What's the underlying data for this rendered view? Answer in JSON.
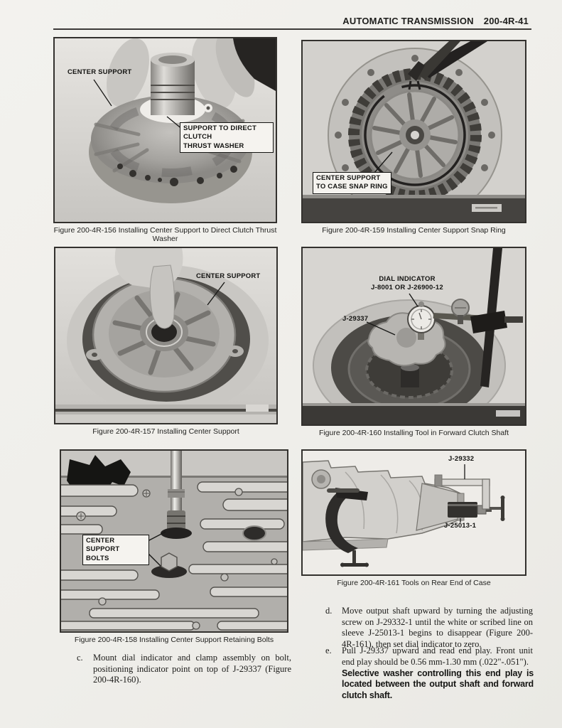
{
  "page": {
    "header_title": "AUTOMATIC TRANSMISSION",
    "header_code": "200-4R-41",
    "paper_color": "#efeeea",
    "ink_color": "#1c1c1a"
  },
  "figures": [
    {
      "id": "200-4R-156",
      "caption": "Figure 200-4R-156 Installing Center Support to Direct Clutch Thrust Washer",
      "labels": {
        "center_support": "CENTER SUPPORT",
        "thrust_washer": "SUPPORT TO DIRECT CLUTCH\nTHRUST WASHER"
      }
    },
    {
      "id": "200-4R-159",
      "caption": "Figure 200-4R-159 Installing Center Support Snap Ring",
      "labels": {
        "snap_ring": "CENTER SUPPORT\nTO CASE SNAP RING"
      }
    },
    {
      "id": "200-4R-157",
      "caption": "Figure 200-4R-157 Installing Center Support",
      "labels": {
        "center_support": "CENTER SUPPORT"
      }
    },
    {
      "id": "200-4R-160",
      "caption": "Figure 200-4R-160 Installing Tool in Forward Clutch Shaft",
      "labels": {
        "dial_indicator": "DIAL INDICATOR\nJ-8001 OR J-26900-12",
        "j29337": "J-29337"
      }
    },
    {
      "id": "200-4R-158",
      "caption": "Figure 200-4R-158 Installing Center Support Retaining Bolts",
      "labels": {
        "bolts": "CENTER SUPPORT\nBOLTS"
      }
    },
    {
      "id": "200-4R-161",
      "caption": "Figure 200-4R-161 Tools on Rear End of Case",
      "labels": {
        "j29332": "J-29332",
        "j25013": "J-25013-1"
      }
    }
  ],
  "procedure": {
    "items": [
      {
        "marker": "c.",
        "text": "Mount dial indicator and clamp assembly on bolt, positioning indicator point on top of J-29337 (Figure 200-4R-160)."
      },
      {
        "marker": "d.",
        "text": "Move output shaft upward by turning the adjusting screw on J-29332-1 until the white or scribed line on sleeve J-25013-1 begins to disappear (Figure 200-4R-161), then set dial indicator to zero."
      },
      {
        "marker": "e.",
        "text": "Pull J-29337 upward and read end play. Front unit end play should be 0.56 mm-1.30 mm (.022\"-.051\")."
      }
    ],
    "note": "Selective washer controlling this end play is located between the output shaft and forward clutch shaft."
  }
}
